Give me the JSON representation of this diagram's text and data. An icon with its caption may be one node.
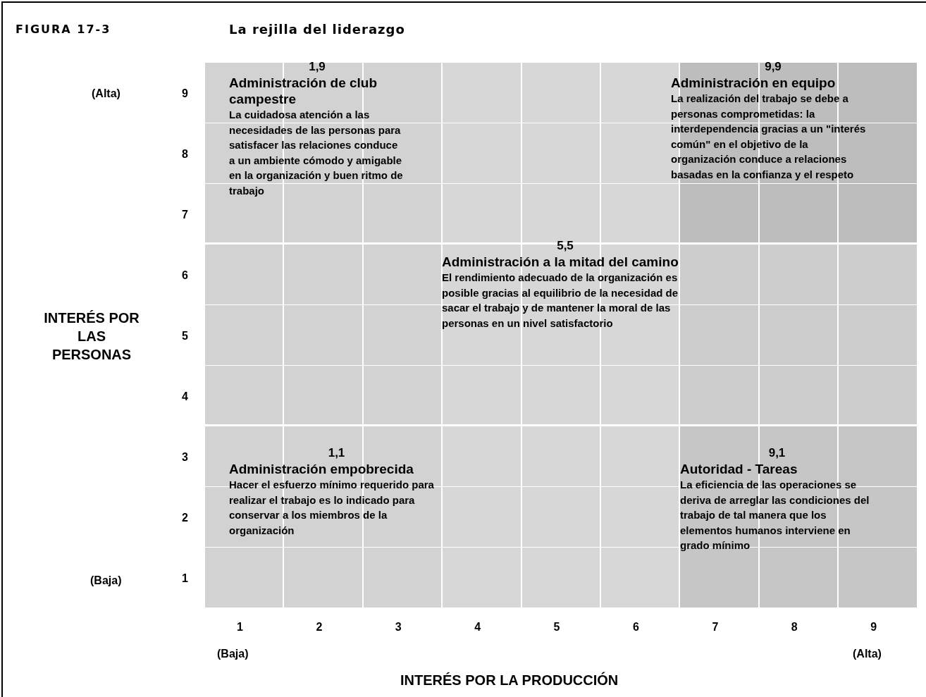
{
  "diagram": {
    "title": "La rejilla del liderazgo",
    "nodes": [
      {
        "text": [
          "1,9",
          "Administración de club campestre",
          "La cuidadosa atención a las necesidades de las personas para satisfacer las relaciones conduce a un ambiente cómodo y amigable en la organización y buen ritmo de trabajo"
        ]
      },
      {
        "text": [
          "9,9",
          "Administración en equipo",
          "La realización del trabajo se debe a personas comprometidas: la interdependencia gracias a un \"interés común\" en el objetivo de la organización conduce a relaciones basadas en la confianza y el respeto"
        ]
      },
      {
        "text": [
          "5,5",
          "Administración a la mitad del camino",
          "El rendimiento adecuado de la organización es posible gracias al equilibrio de la necesidad de sacar el trabajo y de mantener la moral de las personas en un nivel satisfactorio"
        ]
      },
      {
        "text": [
          "1,1",
          "Administración empobrecida",
          "Hacer el esfuerzo mínimo requerido para realizar el trabajo es lo indicado para conservar a los miembros de la organización"
        ]
      },
      {
        "text": [
          "9,1",
          "Autoridad - Tareas",
          "La eficiencia de las operaciones se deriva de arreglar las condiciones del trabajo de tal manera que los elementos humanos interviene en grado mínimo"
        ]
      }
    ],
    "labels": [
      "FIGURA 17-3",
      "(Alta)",
      "9",
      "8",
      "7",
      "6",
      "5",
      "4",
      "3",
      "2",
      "1",
      "INTERÉS POR LAS PERSONAS",
      "(Baja)",
      "1",
      "2",
      "3",
      "4",
      "5",
      "6",
      "7",
      "8",
      "9",
      "(Baja)",
      "(Alta)",
      "INTERÉS POR LA PRODUCCIÓN"
    ]
  }
}
